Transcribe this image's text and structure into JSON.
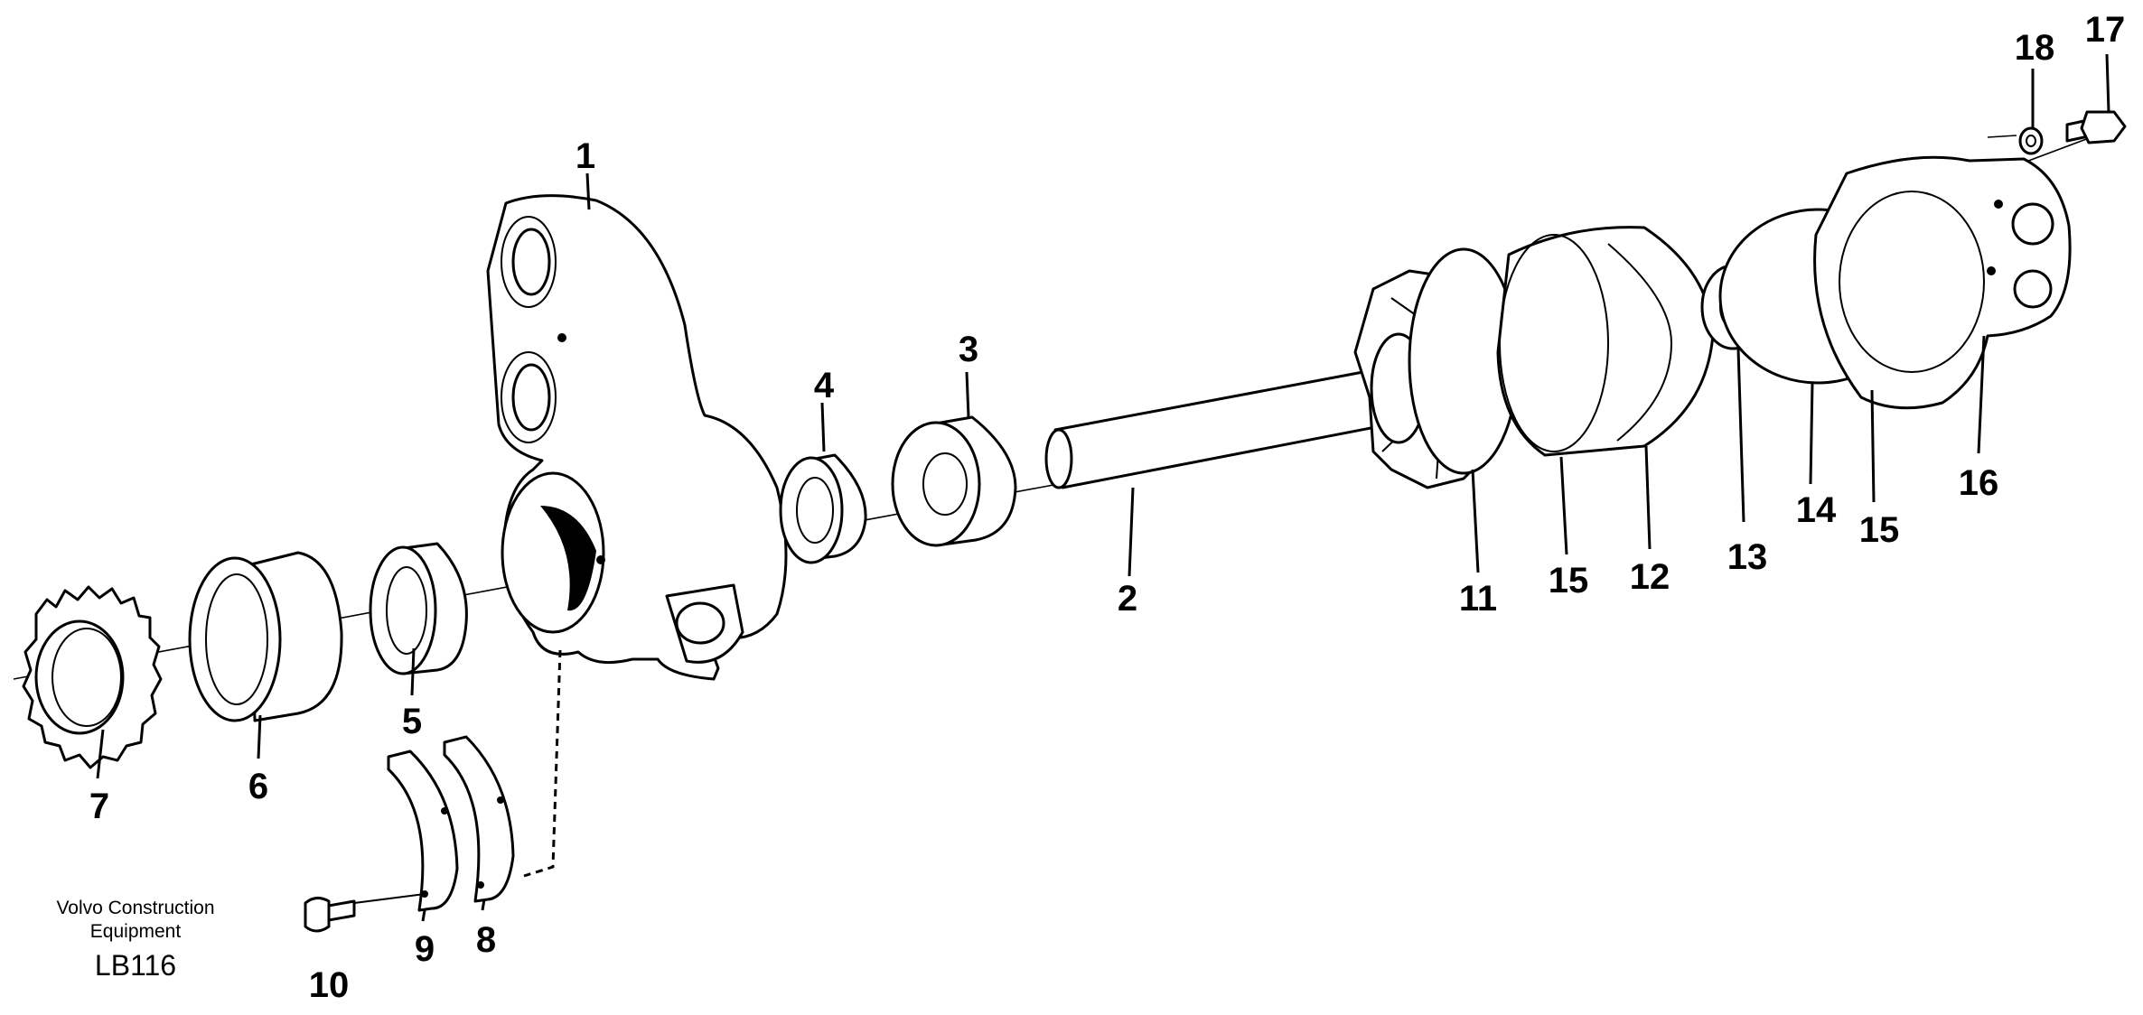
{
  "callouts": [
    "1",
    "2",
    "3",
    "4",
    "5",
    "6",
    "7",
    "8",
    "9",
    "10",
    "11",
    "15",
    "12",
    "13",
    "14",
    "15",
    "16",
    "17",
    "18"
  ],
  "credit": {
    "line1": "Volvo Construction",
    "line2": "Equipment",
    "code": "LB116"
  }
}
